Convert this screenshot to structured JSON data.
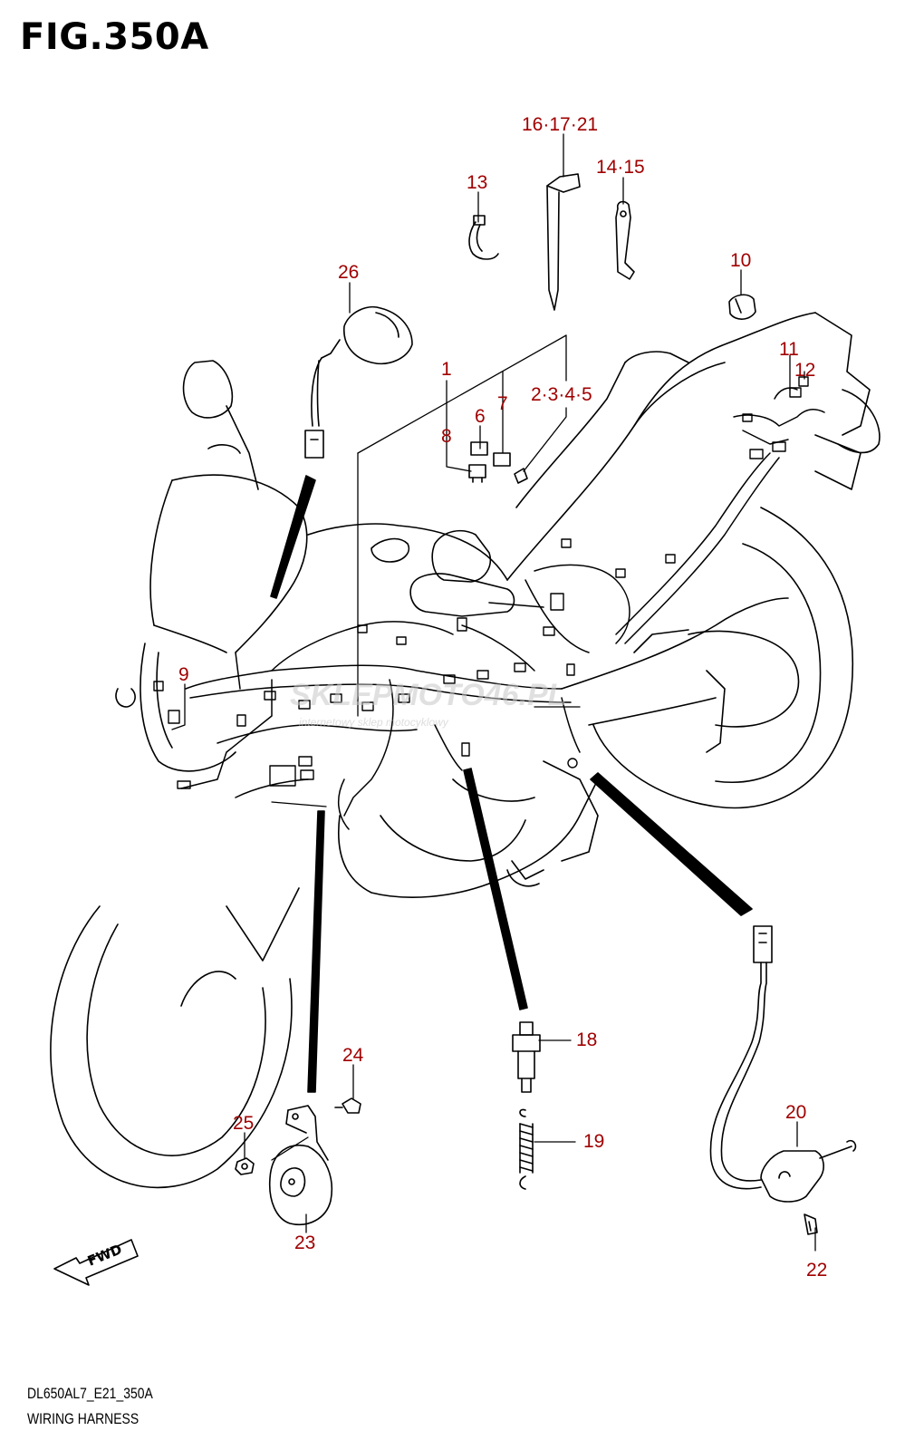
{
  "figure": {
    "title": "FIG.350A",
    "model_code": "DL650AL7_E21_350A",
    "name": "WIRING HARNESS"
  },
  "watermark": {
    "brand": "SKLEPMOTO46.PL",
    "tagline": "internetowy sklep motocyklowy"
  },
  "fwd_label": "FWD",
  "callouts": {
    "c1": "1",
    "c2345": "2·3·4·5",
    "c6": "6",
    "c7": "7",
    "c8": "8",
    "c9": "9",
    "c10": "10",
    "c11": "11",
    "c12": "12",
    "c13": "13",
    "c1415": "14·15",
    "c161721": "16·17·21",
    "c18": "18",
    "c19": "19",
    "c20": "20",
    "c22": "22",
    "c23": "23",
    "c24": "24",
    "c25": "25",
    "c26": "26"
  },
  "colors": {
    "callout": "#a00000",
    "line": "#000000",
    "watermark": "#c8c8c8",
    "watermark_accent": "#e06060"
  }
}
